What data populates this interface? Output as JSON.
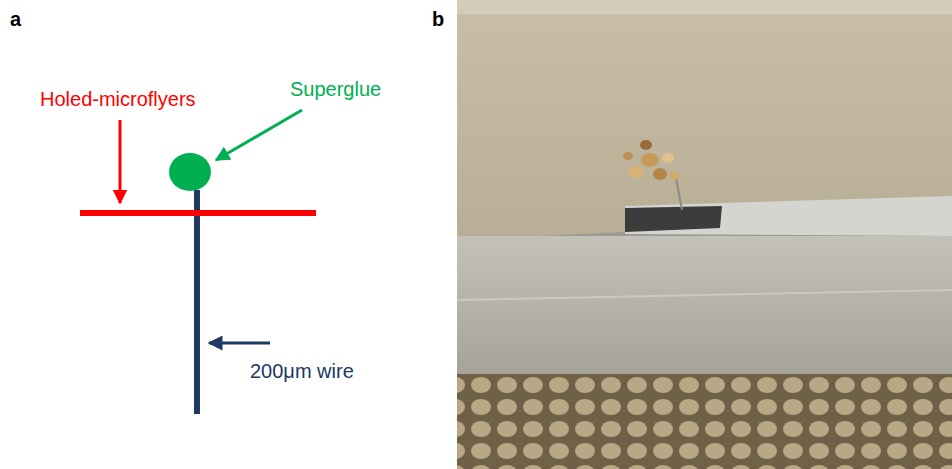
{
  "diagram": {
    "labels": [
      "a",
      "b",
      "Holed-microflyers",
      "Superglue",
      "200μm wire"
    ]
  }
}
